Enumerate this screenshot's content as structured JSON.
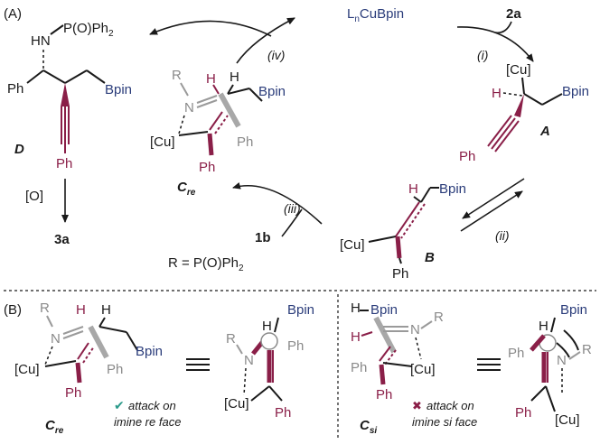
{
  "panels": {
    "a_label": "(A)",
    "b_label": "(B)"
  },
  "reagents": {
    "catalyst_prefix": "L",
    "catalyst_sub": "n",
    "catalyst_suffix": "CuBpin",
    "reagent_2a": "2a",
    "reagent_1b": "1b",
    "r_def": "R = P(O)Ph",
    "r_def_sub": "2",
    "oxidant": "[O]",
    "product": "3a"
  },
  "steps": {
    "i": "(i)",
    "ii": "(ii)",
    "iii": "(iii)",
    "iv": "(iv)"
  },
  "compounds": {
    "A": "A",
    "B": "B",
    "C": "C",
    "C_re_sub": "re",
    "C_si_sub": "si",
    "D": "D"
  },
  "atoms": {
    "cu": "[Cu]",
    "bpin": "Bpin",
    "ph": "Ph",
    "h": "H",
    "n": "N",
    "r": "R",
    "hn": "HN",
    "pop": "P(O)Ph",
    "pop_sub": "2"
  },
  "notes": {
    "re_check": "✔",
    "re_line1": "attack on",
    "re_line2": "imine re face",
    "si_cross": "✖",
    "si_line1": "attack on",
    "si_line2": "imine si face"
  },
  "colors": {
    "accent": "#8a1f48",
    "boron": "#2a3c7a",
    "gray": "#8a8a8a",
    "check": "#2a9a8a"
  }
}
